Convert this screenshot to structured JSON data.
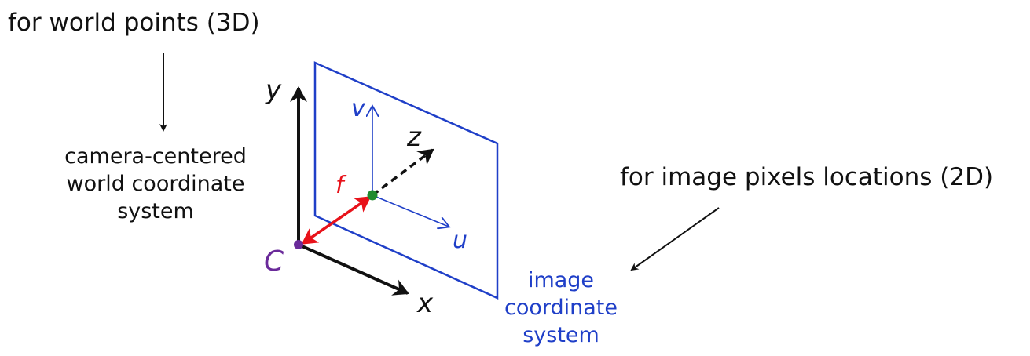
{
  "annotations": {
    "world_points": "for world points (3D)",
    "image_pixels": "for image pixels locations (2D)"
  },
  "camera_system": {
    "lines": [
      "camera-centered",
      "world coordinate",
      "system"
    ]
  },
  "image_system": {
    "lines": [
      "image",
      "coordinate",
      "system"
    ]
  },
  "axes": {
    "world_x": "x",
    "world_y": "y",
    "world_z": "z",
    "image_u": "u",
    "image_v": "v"
  },
  "points": {
    "camera_center": "C",
    "focal_length": "f"
  },
  "colors": {
    "black": "#111111",
    "blue": "#1f3fc8",
    "red": "#e8121a",
    "purple": "#6a2a9a",
    "green": "#1f8a2e"
  }
}
